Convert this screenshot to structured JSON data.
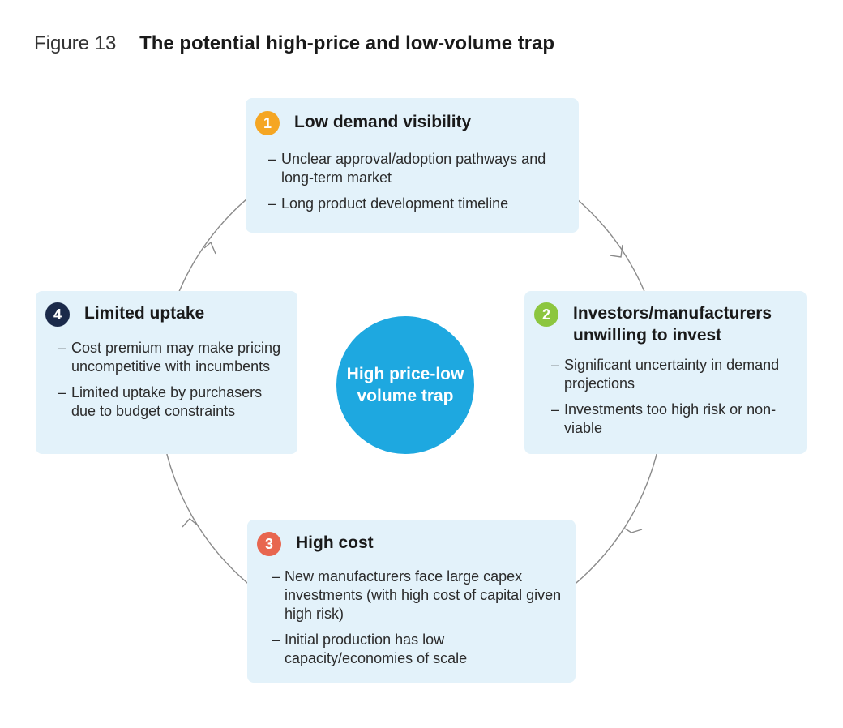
{
  "figure": {
    "label": "Figure 13",
    "title": "The potential high-price and low-volume trap"
  },
  "center": {
    "text": "High price-low volume trap",
    "color": "#1ea8e0"
  },
  "steps": [
    {
      "number": "1",
      "title": "Low demand visibility",
      "badge_color": "#f5a623",
      "bullets": [
        "Unclear approval/adoption pathways and long-term market",
        "Long product development timeline"
      ]
    },
    {
      "number": "2",
      "title": "Investors/manufacturers unwilling to invest",
      "badge_color": "#8cc63f",
      "bullets": [
        "Significant uncertainty in demand projections",
        "Investments too high risk or non-viable"
      ]
    },
    {
      "number": "3",
      "title": "High cost",
      "badge_color": "#e8664f",
      "bullets": [
        "New manufacturers face large capex investments (with high cost of capital given high risk)",
        "Initial production has low capacity/economies of scale"
      ]
    },
    {
      "number": "4",
      "title": "Limited uptake",
      "badge_color": "#1b2a4a",
      "bullets": [
        "Cost premium may make pricing uncompetitive with incumbents",
        "Limited uptake by purchasers due to budget constraints"
      ]
    }
  ],
  "colors": {
    "card_background": "#e3f2fa",
    "cycle_line": "#8a8a8a"
  }
}
